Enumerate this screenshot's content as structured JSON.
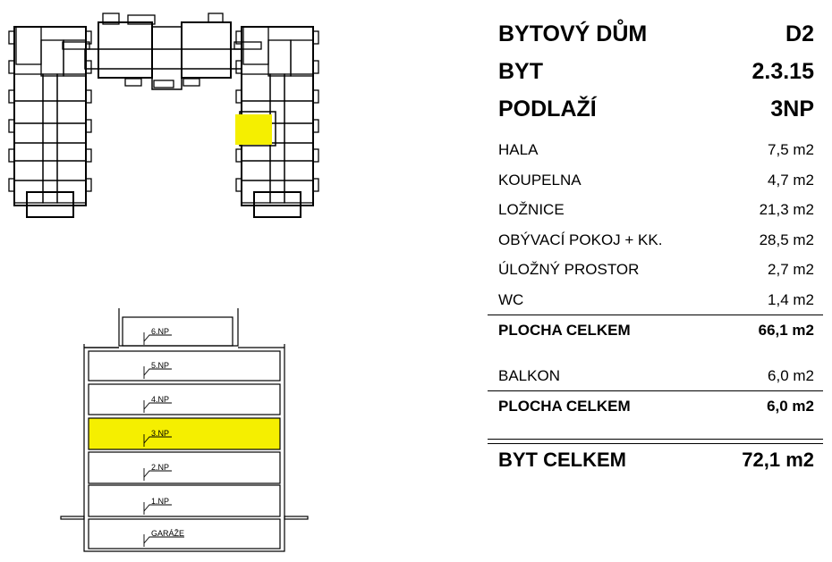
{
  "header": [
    {
      "label": "BYTOVÝ DŮM",
      "value": "D2"
    },
    {
      "label": "BYT",
      "value": "2.3.15"
    },
    {
      "label": "PODLAŽÍ",
      "value": "3NP"
    }
  ],
  "rooms": [
    {
      "label": "HALA",
      "value": "7,5 m2"
    },
    {
      "label": "KOUPELNA",
      "value": "4,7 m2"
    },
    {
      "label": "LOŽNICE",
      "value": "21,3 m2"
    },
    {
      "label": "OBÝVACÍ POKOJ + KK.",
      "value": "28,5 m2"
    },
    {
      "label": "ÚLOŽNÝ PROSTOR",
      "value": "2,7 m2"
    },
    {
      "label": "WC",
      "value": "1,4 m2"
    }
  ],
  "rooms_total": {
    "label": "PLOCHA CELKEM",
    "value": "66,1 m2"
  },
  "balcony": {
    "label": "BALKON",
    "value": "6,0 m2"
  },
  "balcony_total": {
    "label": "PLOCHA CELKEM",
    "value": "6,0 m2"
  },
  "grand_total": {
    "label": "BYT CELKEM",
    "value": "72,1 m2"
  },
  "section": {
    "floors": [
      "6.NP",
      "5.NP",
      "4.NP",
      "3.NP",
      "2.NP",
      "1.NP",
      "GARÁŽE"
    ],
    "highlighted_floor": "3.NP"
  },
  "colors": {
    "highlight": "#f5ef00",
    "line": "#000000"
  }
}
